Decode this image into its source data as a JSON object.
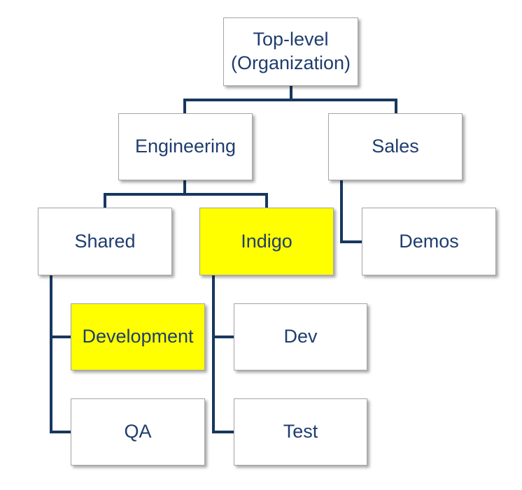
{
  "colors": {
    "connector": "#17375e",
    "text": "#1f3d6e",
    "highlight": "#ffff00",
    "border": "#a6a6a6"
  },
  "nodes": {
    "top": "Top-level\n(Organization)",
    "engineering": "Engineering",
    "sales": "Sales",
    "shared": "Shared",
    "indigo": "Indigo",
    "demos": "Demos",
    "development": "Development",
    "qa": "QA",
    "dev": "Dev",
    "test": "Test"
  }
}
